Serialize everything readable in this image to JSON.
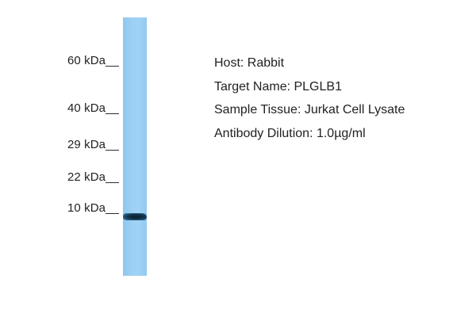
{
  "markers": [
    {
      "label": "60 kDa__",
      "kda": 60
    },
    {
      "label": "40 kDa__",
      "kda": 40
    },
    {
      "label": "29 kDa__",
      "kda": 29
    },
    {
      "label": "22 kDa__",
      "kda": 22
    },
    {
      "label": "10 kDa__",
      "kda": 10
    }
  ],
  "lane": {
    "color": "#9bd0f4",
    "band_color": "#13324a"
  },
  "info": {
    "host": "Host: Rabbit",
    "target": "Target Name: PLGLB1",
    "tissue": "Sample Tissue: Jurkat Cell Lysate",
    "dilution": "Antibody Dilution: 1.0µg/ml"
  }
}
